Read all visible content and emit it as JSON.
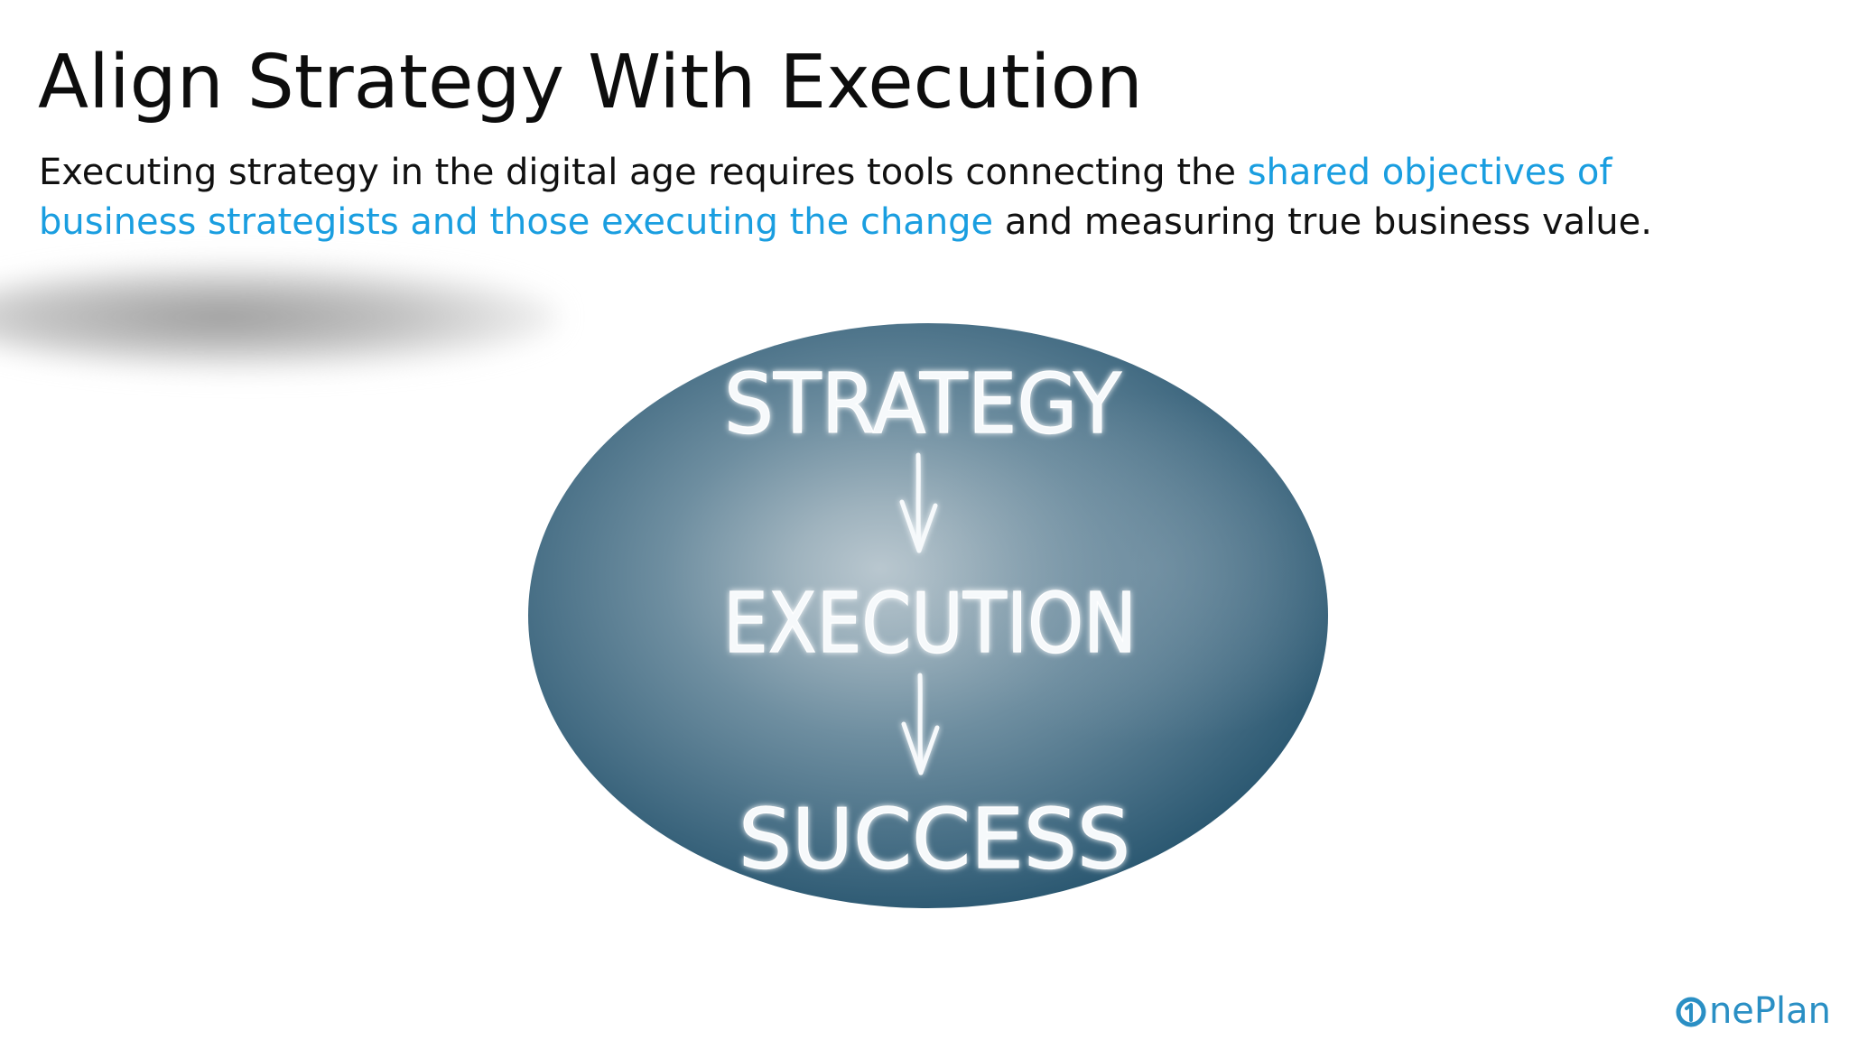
{
  "slide": {
    "title": "Align Strategy With Execution",
    "subtitle": {
      "part1": "Executing strategy in the digital age requires tools connecting the ",
      "highlight": "shared objectives of business strategists and those executing the change",
      "part2": " and measuring true business value."
    },
    "accent_color": "#1a9ee0"
  },
  "diagram": {
    "steps": [
      "STRATEGY",
      "EXECUTION",
      "SUCCESS"
    ],
    "arrow_icon": "down-arrow-icon",
    "orb_color": "#2c5870"
  },
  "logo": {
    "text": "nePlan",
    "mark_icon": "oneplan-logo-mark-icon",
    "color": "#2a8fc4"
  }
}
